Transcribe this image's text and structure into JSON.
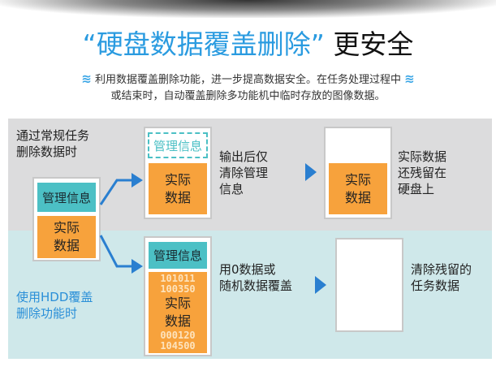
{
  "title": {
    "quoted": "“硬盘数据覆盖删除”",
    "suffix": "更安全"
  },
  "subtitle": {
    "line1": "利用数据覆盖删除功能，进一步提高数据安全。在任务处理过程中",
    "line2": "或结束时，自动覆盖删除多功能机中临时存放的图像数据。",
    "wave_icon": "≋"
  },
  "normal": {
    "label1": "通过常规任务",
    "label2": "删除数据时",
    "result_text": [
      "输出后仅",
      "清除管理",
      "信息"
    ],
    "final_text": [
      "实际数据",
      "还残留在",
      "硬盘上"
    ]
  },
  "hdd": {
    "label1": "使用HDD覆盖",
    "label2": "删除功能时",
    "result_text": [
      "用0数据或",
      "随机数据覆盖"
    ],
    "final_text": [
      "清除残留的",
      "任务数据"
    ],
    "bits": [
      "101011",
      "100350",
      "000120",
      "104500"
    ]
  },
  "blocks": {
    "mgmt": "管理信息",
    "data1": "实际",
    "data2": "数据"
  },
  "colors": {
    "accent": "#2a9be0",
    "teal": "#4cc0c5",
    "orange": "#f7a23c",
    "arrow": "#2a7fd0"
  }
}
